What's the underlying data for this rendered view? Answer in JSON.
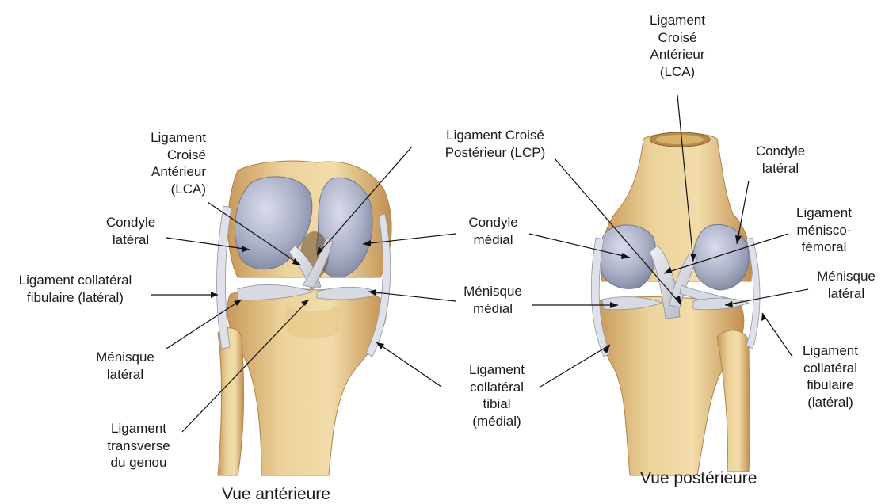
{
  "anterior": {
    "caption": "Vue antérieure",
    "labels": {
      "lca": [
        "Ligament",
        "Croisé",
        "Antérieur",
        "(LCA)"
      ],
      "condyle_lateral": [
        "Condyle",
        "latéral"
      ],
      "collateral_fibulaire": [
        "Ligament collatéral",
        "fibulaire (latéral)"
      ],
      "menisque_lateral": [
        "Ménisque",
        "latéral"
      ],
      "transverse": [
        "Ligament",
        "transverse",
        "du genou"
      ]
    }
  },
  "center": {
    "lcp": [
      "Ligament Croisé",
      "Postérieur (LCP)"
    ],
    "condyle_medial": [
      "Condyle",
      "médial"
    ],
    "menisque_medial": [
      "Ménisque",
      "médial"
    ],
    "collateral_tibial": [
      "Ligament",
      "collatéral",
      "tibial",
      "(médial)"
    ]
  },
  "posterior": {
    "caption": "Vue postérieure",
    "labels": {
      "lca": [
        "Ligament",
        "Croisé",
        "Antérieur",
        "(LCA)"
      ],
      "condyle_lateral": [
        "Condyle",
        "latéral"
      ],
      "menisco_femoral": [
        "Ligament",
        "ménisco-",
        "fémoral"
      ],
      "menisque_lateral": [
        "Ménisque",
        "latéral"
      ],
      "collateral_fibulaire": [
        "Ligament",
        "collatéral",
        "fibulaire",
        "(latéral)"
      ]
    }
  },
  "colors": {
    "bone": "#e9cf95",
    "bone_dark": "#c99a55",
    "cartilage": "#a9afc4",
    "ligament": "#e3e4ea",
    "leader": "#111111"
  }
}
